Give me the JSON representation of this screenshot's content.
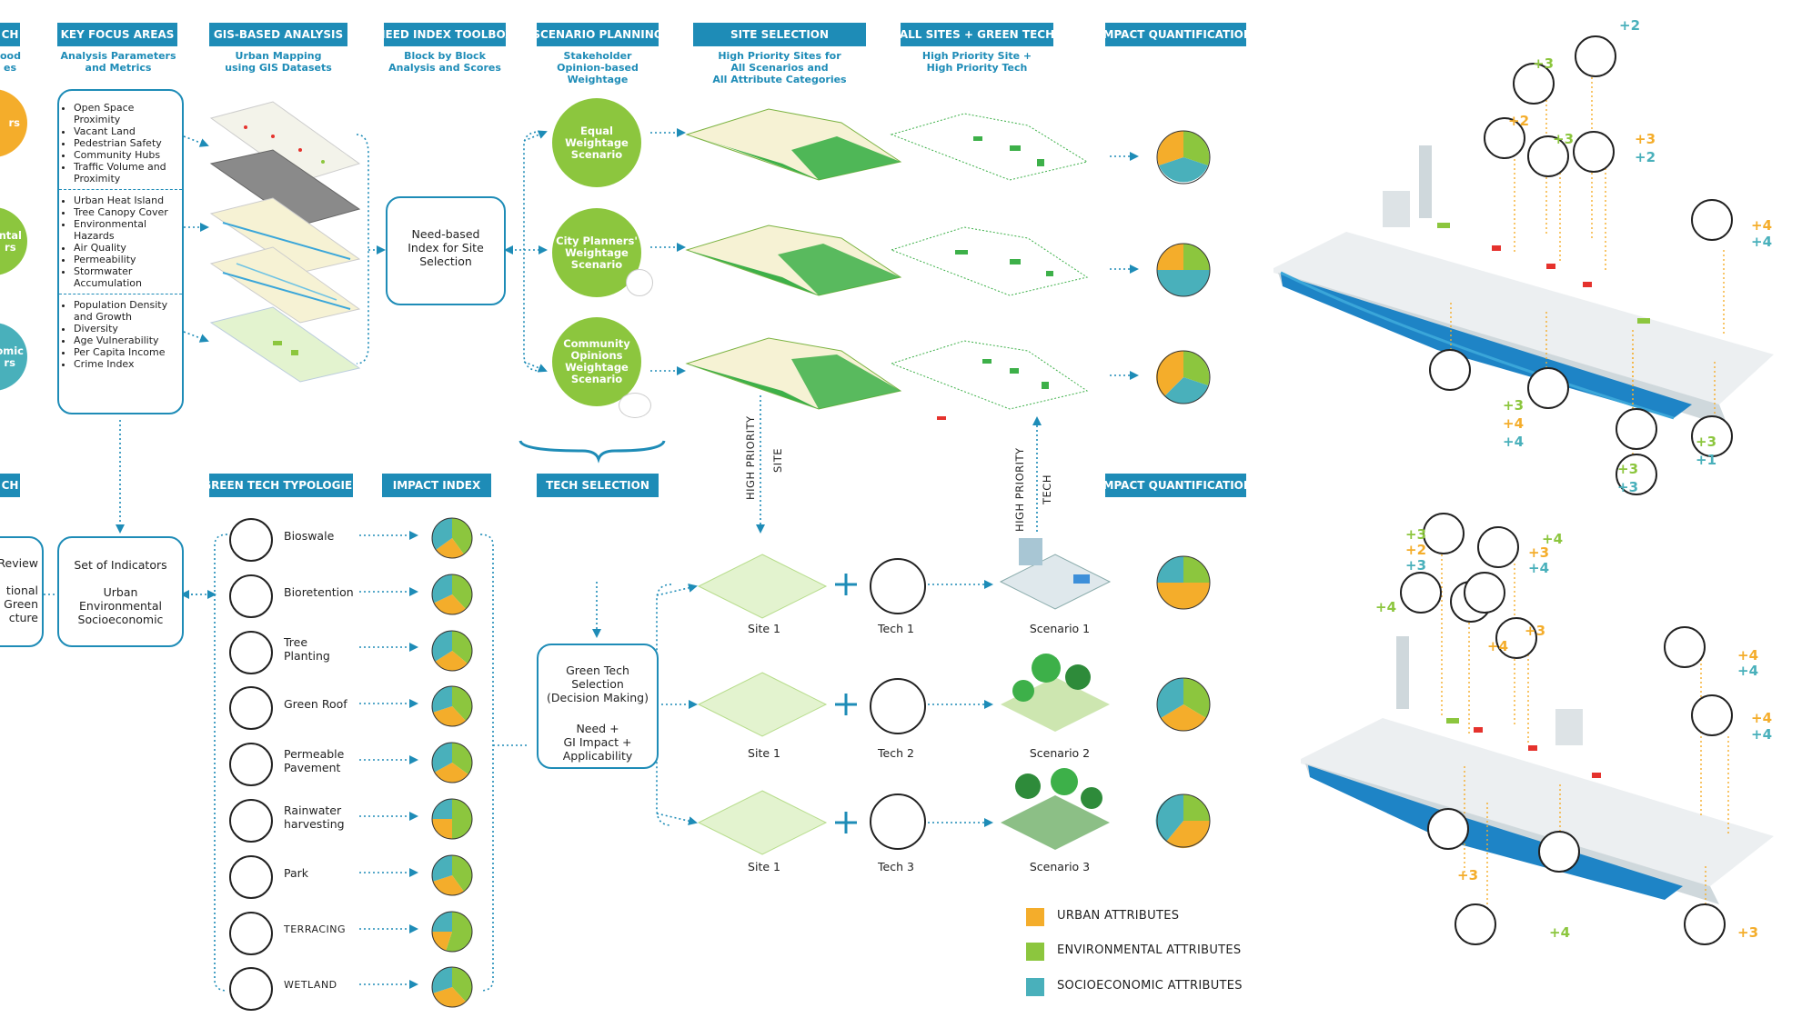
{
  "colors": {
    "blue": "#1e8cb7",
    "green": "#8cc63e",
    "orange": "#f4ad2b",
    "teal": "#49b0bb"
  },
  "headers": {
    "approach": "CH",
    "key_focus": "KEY FOCUS AREAS",
    "gis": "GIS-BASED ANALYSIS",
    "need_index": "NEED INDEX TOOLBOX",
    "scenario": "SCENARIO PLANNING",
    "site_selection": "SITE SELECTION",
    "all_sites": "ALL SITES + GREEN TECH",
    "impact_q1": "IMPACT QUANTIFICATION",
    "approach2": "CH",
    "green_tech": "GREEN TECH TYPOLOGIES",
    "impact_index": "IMPACT INDEX",
    "tech_selection": "TECH SELECTION",
    "impact_q2": "IMPACT QUANTIFICATION"
  },
  "subheaders": {
    "approach": "ood\nes",
    "key_focus": "Analysis Parameters\nand Metrics",
    "gis": "Urban Mapping\nusing GIS Datasets",
    "need_index": "Block by Block\nAnalysis and Scores",
    "scenario": "Stakeholder\nOpinion-based\nWeightage",
    "site_selection": "High Priority Sites for\nAll Scenarios and\nAll Attribute Categories",
    "all_sites": "High Priority Site +\nHigh Priority Tech"
  },
  "left_circles": [
    "rs",
    "ntal\nrs",
    "omic\nrs"
  ],
  "focus_groups": [
    [
      "Open Space Proximity",
      "Vacant Land",
      "Pedestrian Safety",
      "Community Hubs",
      "Traffic Volume and Proximity"
    ],
    [
      "Urban Heat Island",
      "Tree Canopy Cover",
      "Environmental Hazards",
      "Air Quality",
      "Permeability",
      "Stormwater Accumulation"
    ],
    [
      "Population Density and Growth",
      "Diversity",
      "Age Vulnerability",
      "Per Capita Income",
      "Crime Index"
    ]
  ],
  "need_box": "Need-based\nIndex for Site\nSelection",
  "scenarios": [
    "Equal\nWeightage\nScenario",
    "City Planners'\nWeightage\nScenario",
    "Community\nOpinions\nWeightage\nScenario"
  ],
  "review_box": "Review\n\ntional\nGreen\ncture",
  "indicators_box": {
    "title": "Set of Indicators",
    "body": "Urban\nEnvironmental\nSocioeconomic"
  },
  "tech_types": [
    "Bioswale",
    "Bioretention",
    "Tree\nPlanting",
    "Green Roof",
    "Permeable\nPavement",
    "Rainwater\nharvesting",
    "Park",
    "TERRACING",
    "WETLAND"
  ],
  "tech_box": {
    "title": "Green Tech\nSelection\n(Decision Making)",
    "body": "Need +\nGI Impact +\nApplicability"
  },
  "sites": [
    "Site 1",
    "Site 1",
    "Site 1"
  ],
  "techs": [
    "Tech 1",
    "Tech 2",
    "Tech 3"
  ],
  "scenario_labels": [
    "Scenario 1",
    "Scenario 2",
    "Scenario 3"
  ],
  "vertical": {
    "hp_site_a": "HIGH PRIORITY",
    "hp_site_b": "SITE",
    "hp_tech_a": "HIGH PRIORITY",
    "hp_tech_b": "TECH"
  },
  "legend": [
    "URBAN ATTRIBUTES",
    "ENVIRONMENTAL ATTRIBUTES",
    "SOCIOECONOMIC ATTRIBUTES"
  ],
  "scores_top": [
    {
      "v": "+2",
      "c": "soc"
    },
    {
      "v": "+3",
      "c": "env"
    },
    {
      "v": "+2",
      "c": "urb"
    },
    {
      "v": "+3",
      "c": "env"
    },
    {
      "v": "+3",
      "c": "urb"
    },
    {
      "v": "+2",
      "c": "soc"
    },
    {
      "v": "+4",
      "c": "urb"
    },
    {
      "v": "+4",
      "c": "soc"
    },
    {
      "v": "+3",
      "c": "env"
    },
    {
      "v": "+4",
      "c": "urb"
    },
    {
      "v": "+4",
      "c": "soc"
    },
    {
      "v": "+3",
      "c": "env"
    },
    {
      "v": "+1",
      "c": "soc"
    },
    {
      "v": "+3",
      "c": "env"
    },
    {
      "v": "+3",
      "c": "soc"
    }
  ],
  "scores_bottom": [
    {
      "v": "+3",
      "c": "env"
    },
    {
      "v": "+2",
      "c": "urb"
    },
    {
      "v": "+3",
      "c": "soc"
    },
    {
      "v": "+4",
      "c": "env"
    },
    {
      "v": "+3",
      "c": "urb"
    },
    {
      "v": "+4",
      "c": "soc"
    },
    {
      "v": "+4",
      "c": "env"
    },
    {
      "v": "+4",
      "c": "urb"
    },
    {
      "v": "+3",
      "c": "urb"
    },
    {
      "v": "+4",
      "c": "urb"
    },
    {
      "v": "+4",
      "c": "soc"
    },
    {
      "v": "+4",
      "c": "urb"
    },
    {
      "v": "+4",
      "c": "soc"
    },
    {
      "v": "+3",
      "c": "urb"
    },
    {
      "v": "+4",
      "c": "env"
    },
    {
      "v": "+3",
      "c": "urb"
    }
  ]
}
